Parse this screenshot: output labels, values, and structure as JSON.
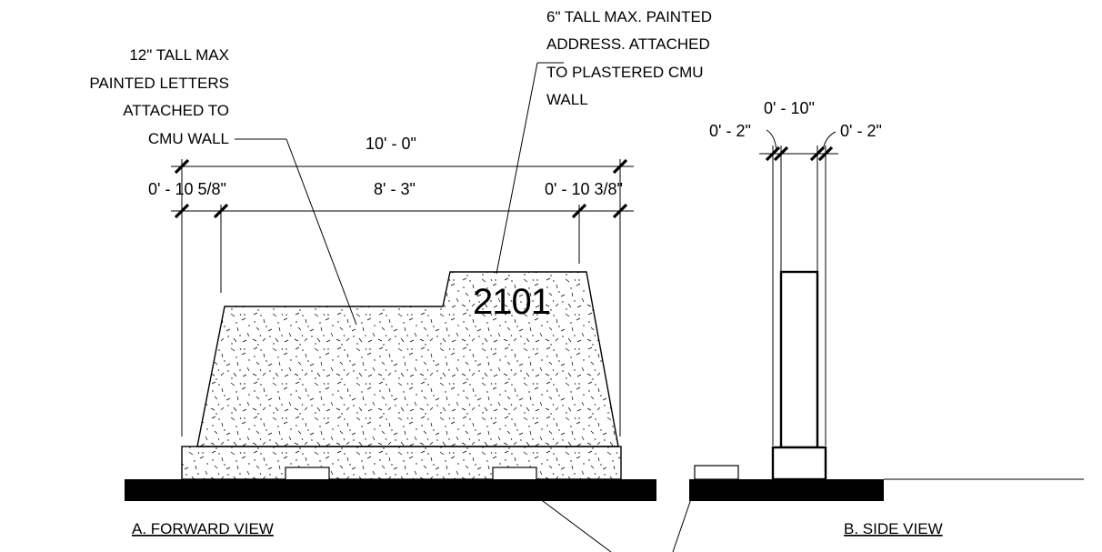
{
  "notes": {
    "letters": [
      "12\" TALL MAX",
      "PAINTED LETTERS",
      "ATTACHED TO",
      "CMU WALL"
    ],
    "address": [
      "6\" TALL MAX. PAINTED",
      "ADDRESS. ATTACHED",
      "TO PLASTERED CMU",
      "WALL"
    ]
  },
  "dimensions": {
    "overall_width": "10' - 0\"",
    "left_offset": "0' - 10 5/8\"",
    "middle_width": "8' - 3\"",
    "right_offset": "0' - 10 3/8\"",
    "side_total": "0' - 10\"",
    "side_left": "0' - 2\"",
    "side_right": "0' - 2\""
  },
  "address_number": "2101",
  "titles": {
    "forward": "A. FORWARD VIEW",
    "side": "B. SIDE VIEW"
  },
  "colors": {
    "line": "#000000",
    "background": "#ffffff"
  }
}
